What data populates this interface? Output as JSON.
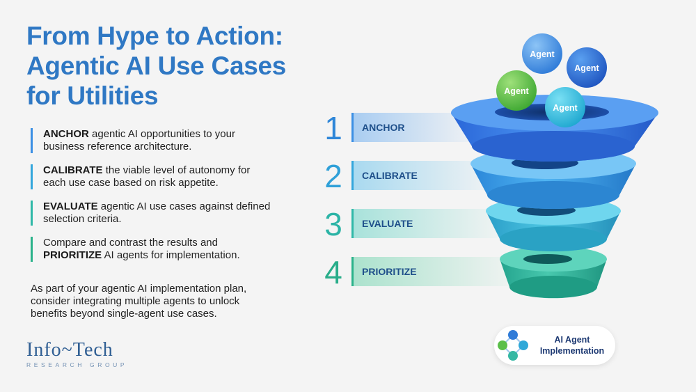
{
  "title": {
    "line1": "From Hype to Action:",
    "line2": "Agentic AI Use Cases",
    "line3": "for Utilities"
  },
  "steps": [
    {
      "number": "1",
      "label": "ANCHOR",
      "keyword": "ANCHOR",
      "before": "",
      "after": " agentic AI opportunities to your business reference architecture.",
      "color": "#3b8fe4"
    },
    {
      "number": "2",
      "label": "CALIBRATE",
      "keyword": "CALIBRATE",
      "before": "",
      "after": " the viable level of autonomy for each use case based on risk appetite.",
      "color": "#33a6dc"
    },
    {
      "number": "3",
      "label": "EVALUATE",
      "keyword": "EVALUATE",
      "before": "",
      "after": " agentic AI use cases against defined selection criteria.",
      "color": "#2fb8a8"
    },
    {
      "number": "4",
      "label": "PRIORITIZE",
      "keyword": "PRIORITIZE",
      "before": "Compare and contrast the results and ",
      "after": " AI agents for implementation.",
      "color": "#2ab28a"
    }
  ],
  "summary": "As part of your agentic AI implementation plan, consider integrating multiple agents to unlock benefits beyond single-agent use cases.",
  "agents": [
    "Agent",
    "Agent",
    "Agent",
    "Agent"
  ],
  "badge": {
    "line1": "AI Agent",
    "line2": "Implementation"
  },
  "logo": {
    "main": "Info~Tech",
    "sub": "RESEARCH GROUP"
  },
  "colors": {
    "title": "#2f78c4",
    "label_text": "#1e4f8a",
    "number": "#2e86d8"
  }
}
